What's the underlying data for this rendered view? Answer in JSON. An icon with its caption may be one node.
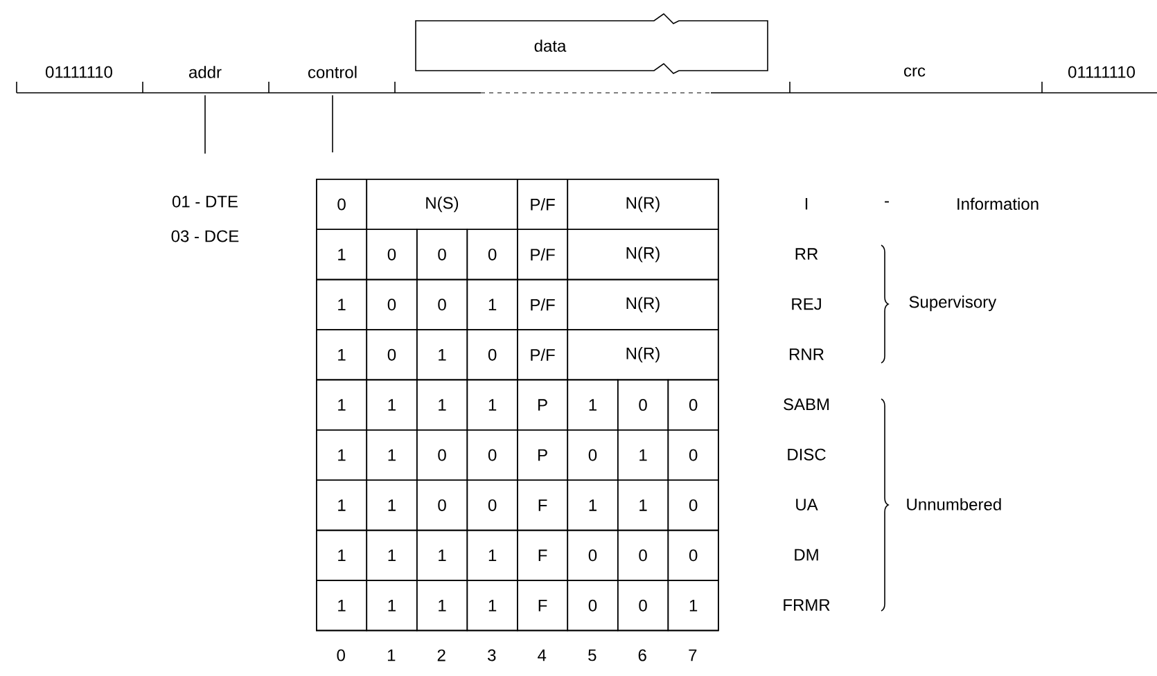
{
  "diagram": {
    "nodes": [
      {
        "text": [
          "data"
        ]
      },
      {
        "text": [
          "addr"
        ]
      },
      {
        "text": [
          "01 - DTE",
          "03 - DCE"
        ]
      },
      {
        "text": [
          "control"
        ]
      },
      {
        "text": [],
        "shape": "box"
      }
    ],
    "edges": [
      {
        "from": 1,
        "to": 2,
        "arrow": "none"
      },
      {
        "from": 3,
        "to": 4,
        "arrow": "none"
      }
    ],
    "labels": [
      "01111110",
      "crc",
      "01111110",
      "0",
      "N(S)",
      "P/F",
      "N(R)",
      "1",
      "0",
      "0",
      "0",
      "P/F",
      "N(R)",
      "1",
      "0",
      "0",
      "1",
      "P/F",
      "N(R)",
      "1",
      "0",
      "1",
      "0",
      "P/F",
      "N(R)",
      "1",
      "1",
      "1",
      "1",
      "P",
      "1",
      "0",
      "0",
      "1",
      "1",
      "0",
      "0",
      "P",
      "0",
      "1",
      "0",
      "1",
      "1",
      "0",
      "0",
      "F",
      "1",
      "1",
      "0",
      "1",
      "1",
      "1",
      "1",
      "F",
      "0",
      "0",
      "0",
      "1",
      "1",
      "1",
      "1",
      "F",
      "0",
      "0",
      "1",
      "0",
      "1",
      "2",
      "3",
      "4",
      "5",
      "6",
      "7",
      "I",
      "-",
      "Information",
      "RR",
      "REJ",
      "RNR",
      "SABM",
      "DISC",
      "UA",
      "DM",
      "FRMR",
      "Supervisory",
      "Unnumbered"
    ]
  }
}
